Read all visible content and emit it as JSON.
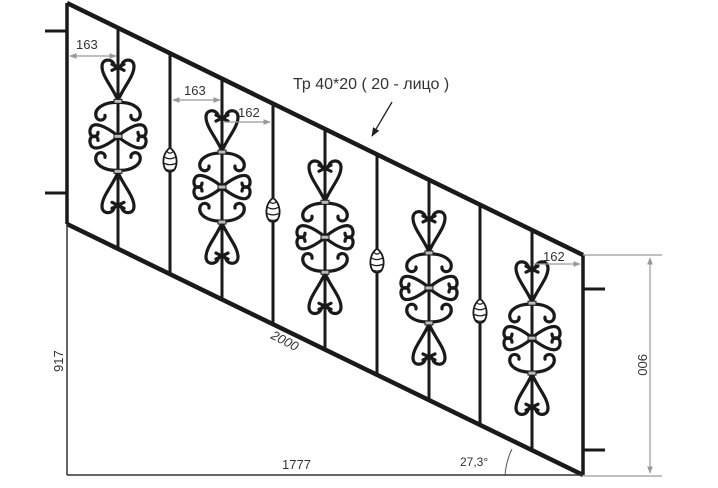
{
  "drawing": {
    "profile_label": "Тр 40*20 ( 20 - лицо )",
    "dimensions": {
      "spacing_first": "163",
      "spacing_second": "163",
      "spacing_third": "162",
      "spacing_last": "162",
      "rail_length": "2000",
      "horizontal_length": "1777",
      "left_height": "917",
      "right_height": "900",
      "angle": "27,3°"
    },
    "colors": {
      "metal": "#1a1a1a",
      "dimension": "#999999",
      "text": "#333333"
    }
  }
}
